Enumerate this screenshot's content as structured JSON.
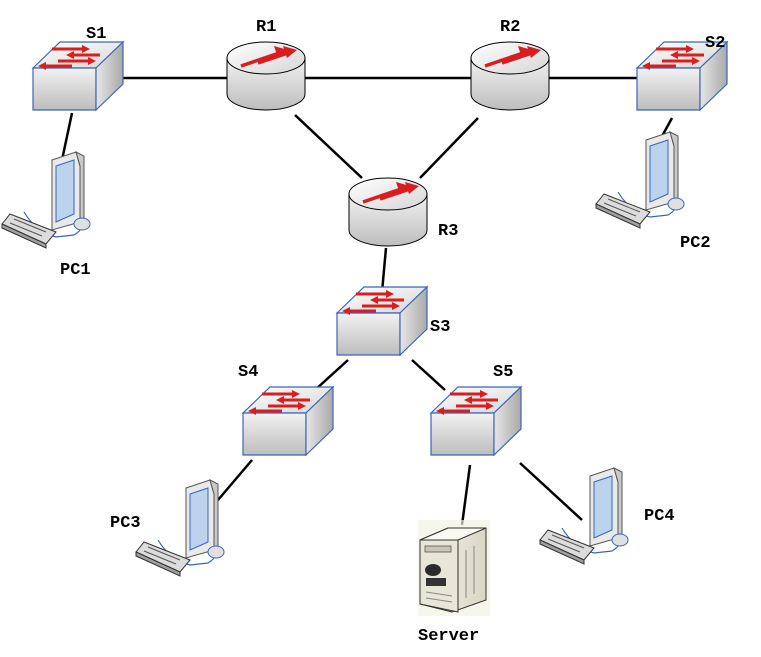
{
  "colors": {
    "device_outline": "#3a66b8",
    "arrow_red": "#d81e1e",
    "body_gray": "#dcdcdc",
    "link": "#000000"
  },
  "devices": {
    "routers": [
      {
        "id": "R1",
        "label": "R1",
        "icon": "router-icon"
      },
      {
        "id": "R2",
        "label": "R2",
        "icon": "router-icon"
      },
      {
        "id": "R3",
        "label": "R3",
        "icon": "router-icon"
      }
    ],
    "switches": [
      {
        "id": "S1",
        "label": "S1",
        "icon": "switch-icon"
      },
      {
        "id": "S2",
        "label": "S2",
        "icon": "switch-icon"
      },
      {
        "id": "S3",
        "label": "S3",
        "icon": "switch-icon"
      },
      {
        "id": "S4",
        "label": "S4",
        "icon": "switch-icon"
      },
      {
        "id": "S5",
        "label": "S5",
        "icon": "switch-icon"
      }
    ],
    "pcs": [
      {
        "id": "PC1",
        "label": "PC1",
        "icon": "pc-icon"
      },
      {
        "id": "PC2",
        "label": "PC2",
        "icon": "pc-icon"
      },
      {
        "id": "PC3",
        "label": "PC3",
        "icon": "pc-icon"
      },
      {
        "id": "PC4",
        "label": "PC4",
        "icon": "pc-icon"
      }
    ],
    "server": {
      "id": "Server",
      "label": "Server",
      "icon": "server-icon"
    }
  },
  "links": [
    [
      "S1",
      "R1"
    ],
    [
      "R1",
      "R2"
    ],
    [
      "R2",
      "S2"
    ],
    [
      "R1",
      "R3"
    ],
    [
      "R2",
      "R3"
    ],
    [
      "S1",
      "PC1"
    ],
    [
      "S2",
      "PC2"
    ],
    [
      "R3",
      "S3"
    ],
    [
      "S3",
      "S4"
    ],
    [
      "S3",
      "S5"
    ],
    [
      "S4",
      "PC3"
    ],
    [
      "S5",
      "Server"
    ],
    [
      "S5",
      "PC4"
    ]
  ]
}
